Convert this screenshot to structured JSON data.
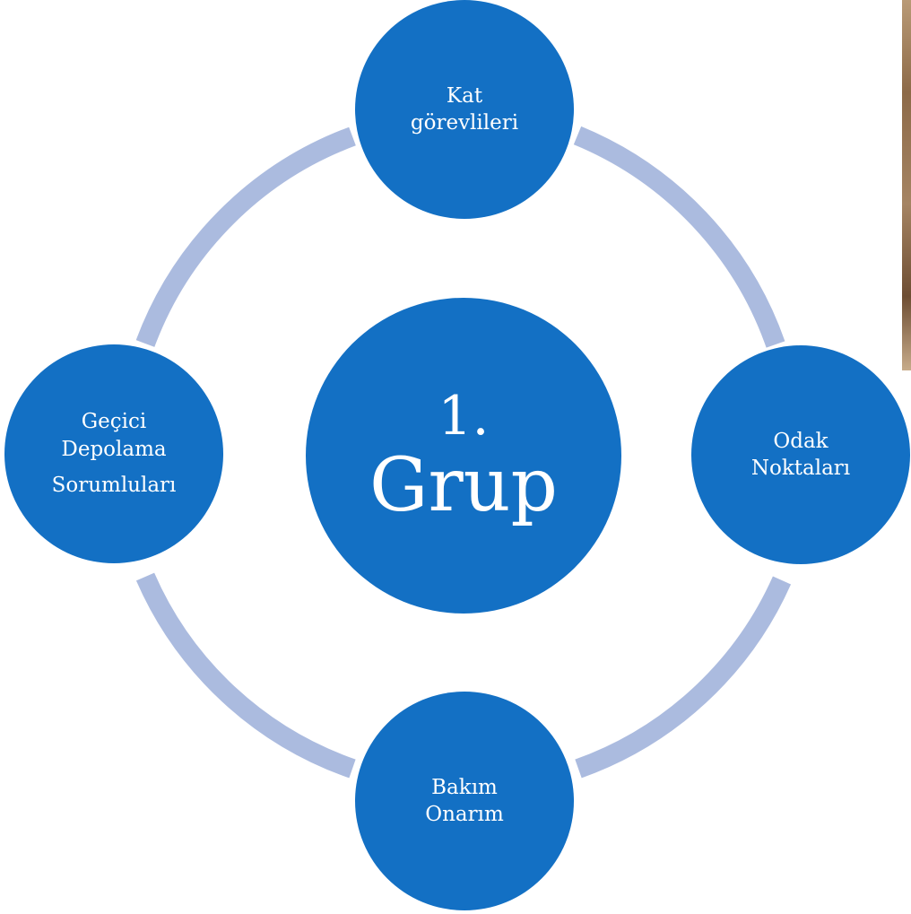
{
  "diagram": {
    "type": "cycle",
    "center": {
      "lines": [
        "1.",
        "Grup"
      ]
    },
    "nodes": [
      {
        "position": "top",
        "lines": [
          "Kat",
          "görevlileri"
        ]
      },
      {
        "position": "right",
        "lines": [
          "Odak",
          "Noktaları"
        ]
      },
      {
        "position": "bottom",
        "lines": [
          "Bakım",
          "Onarım"
        ]
      },
      {
        "position": "left",
        "lines": [
          "Geçici",
          "Depolama",
          "Sorumluları"
        ]
      }
    ],
    "colors": {
      "node_fill": "#1370c4",
      "node_text": "#ffffff",
      "ring": "#abbbdf",
      "background": "#ffffff"
    }
  }
}
